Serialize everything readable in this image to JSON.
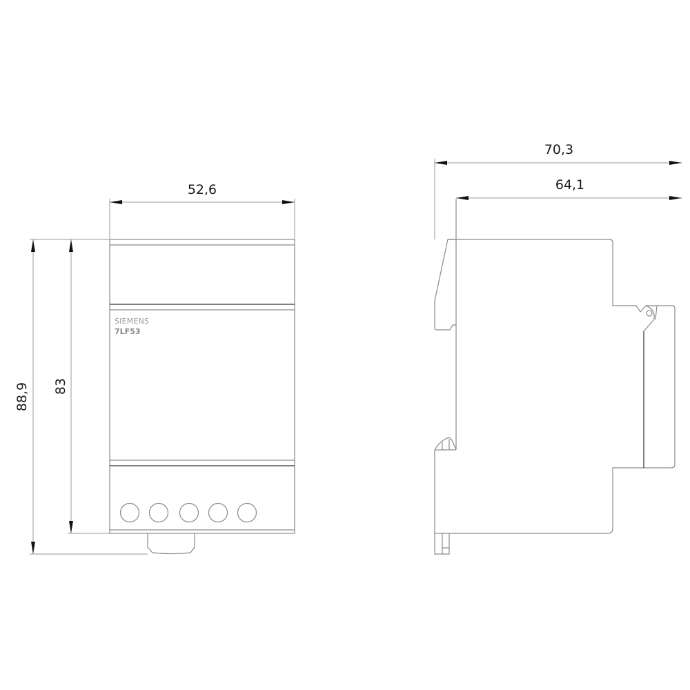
{
  "drawing": {
    "front_view": {
      "label_brand": "SIEMENS",
      "label_model": "7LF53",
      "terminal_count": 5,
      "dimensions": {
        "width": "52,6",
        "height_outer": "88,9",
        "height_inner": "83"
      }
    },
    "side_view": {
      "dimensions": {
        "depth_total": "70,3",
        "depth_body": "64,1"
      }
    },
    "colors": {
      "outline": "#8a8a8a",
      "dimension_line": "#9a9a9a",
      "text": "#1a1a1a",
      "arrow": "#111111"
    }
  }
}
